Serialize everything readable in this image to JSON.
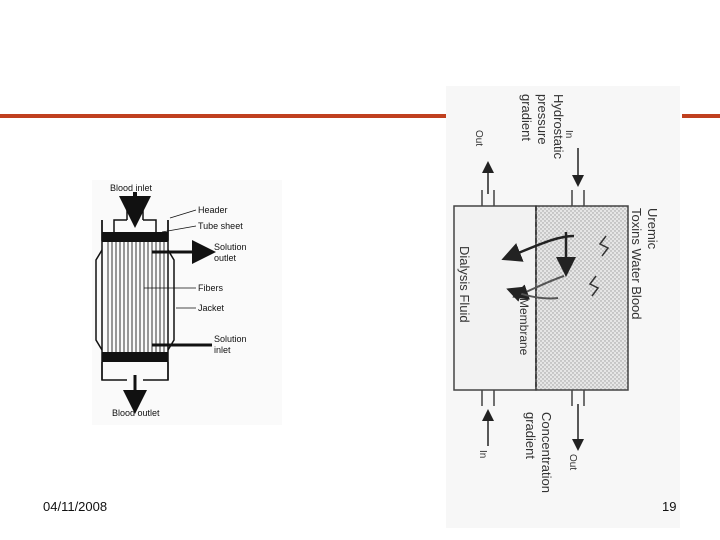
{
  "slide": {
    "date": "04/11/2008",
    "page_number": "19",
    "accent_color": "#c0401f"
  },
  "dialyzer_diagram": {
    "labels": {
      "blood_inlet": "Blood inlet",
      "header": "Header",
      "tube_sheet": "Tube sheet",
      "solution_outlet_1": "Solution",
      "solution_outlet_2": "outlet",
      "fibers": "Fibers",
      "jacket": "Jacket",
      "solution_inlet_1": "Solution",
      "solution_inlet_2": "inlet",
      "blood_outlet": "Blood outlet"
    }
  },
  "membrane_diagram": {
    "labels": {
      "hydrostatic_1": "Hydrostatic",
      "hydrostatic_2": "pressure",
      "hydrostatic_3": "gradient",
      "out_top": "Out",
      "in_top": "In",
      "uremic_1": "Uremic",
      "uremic_2": "Toxins  Water   Blood",
      "dialysis_fluid": "Dialysis Fluid",
      "membrane": "Membrane",
      "concentration_1": "Concentration",
      "concentration_2": "gradient",
      "out_bottom": "Out",
      "in_bottom": "In"
    }
  }
}
